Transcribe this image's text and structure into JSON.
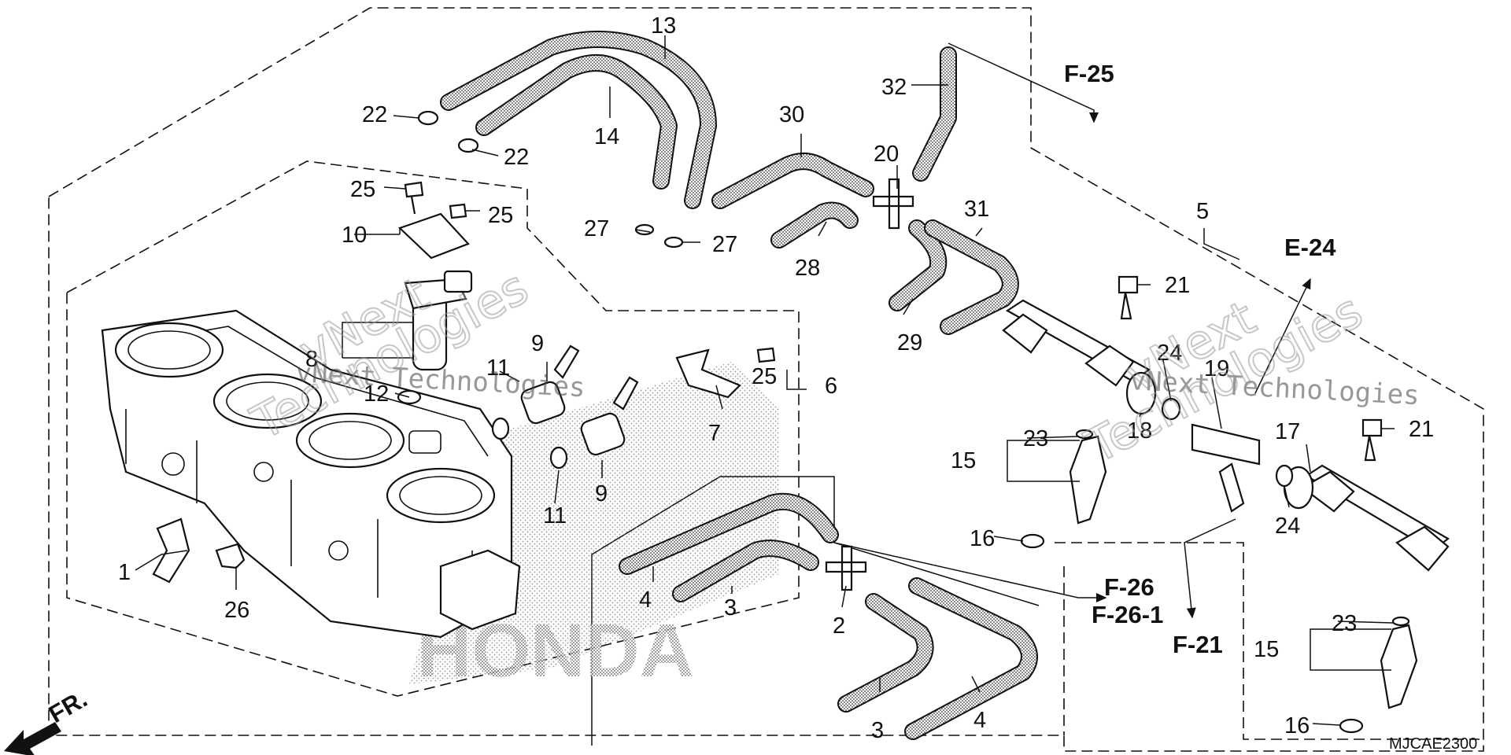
{
  "diagram": {
    "code": "MJCAE2300",
    "front_label": "FR.",
    "brand_watermark": "HONDA",
    "watermark_text": "vNext Technologies",
    "watermark_line1": "vNext",
    "watermark_line2": "Technologies"
  },
  "refs": {
    "f25": "F-25",
    "e24": "E-24",
    "f26": "F-26",
    "f26_1": "F-26-1",
    "f21": "F-21"
  },
  "labels": [
    {
      "id": "p1",
      "text": "1"
    },
    {
      "id": "p2",
      "text": "2"
    },
    {
      "id": "p3a",
      "text": "3"
    },
    {
      "id": "p3b",
      "text": "3"
    },
    {
      "id": "p4a",
      "text": "4"
    },
    {
      "id": "p4b",
      "text": "4"
    },
    {
      "id": "p5",
      "text": "5"
    },
    {
      "id": "p6",
      "text": "6"
    },
    {
      "id": "p7",
      "text": "7"
    },
    {
      "id": "p8",
      "text": "8"
    },
    {
      "id": "p9a",
      "text": "9"
    },
    {
      "id": "p9b",
      "text": "9"
    },
    {
      "id": "p10",
      "text": "10"
    },
    {
      "id": "p11a",
      "text": "11"
    },
    {
      "id": "p11b",
      "text": "11"
    },
    {
      "id": "p12",
      "text": "12"
    },
    {
      "id": "p13",
      "text": "13"
    },
    {
      "id": "p14",
      "text": "14"
    },
    {
      "id": "p15a",
      "text": "15"
    },
    {
      "id": "p15b",
      "text": "15"
    },
    {
      "id": "p16a",
      "text": "16"
    },
    {
      "id": "p16b",
      "text": "16"
    },
    {
      "id": "p17",
      "text": "17"
    },
    {
      "id": "p18",
      "text": "18"
    },
    {
      "id": "p19",
      "text": "19"
    },
    {
      "id": "p20",
      "text": "20"
    },
    {
      "id": "p21a",
      "text": "21"
    },
    {
      "id": "p21b",
      "text": "21"
    },
    {
      "id": "p22a",
      "text": "22"
    },
    {
      "id": "p22b",
      "text": "22"
    },
    {
      "id": "p23a",
      "text": "23"
    },
    {
      "id": "p23b",
      "text": "23"
    },
    {
      "id": "p24a",
      "text": "24"
    },
    {
      "id": "p24b",
      "text": "24"
    },
    {
      "id": "p25a",
      "text": "25"
    },
    {
      "id": "p25b",
      "text": "25"
    },
    {
      "id": "p25c",
      "text": "25"
    },
    {
      "id": "p26",
      "text": "26"
    },
    {
      "id": "p27a",
      "text": "27"
    },
    {
      "id": "p27b",
      "text": "27"
    },
    {
      "id": "p28",
      "text": "28"
    },
    {
      "id": "p29",
      "text": "29"
    },
    {
      "id": "p30",
      "text": "30"
    },
    {
      "id": "p31",
      "text": "31"
    },
    {
      "id": "p32",
      "text": "32"
    }
  ]
}
